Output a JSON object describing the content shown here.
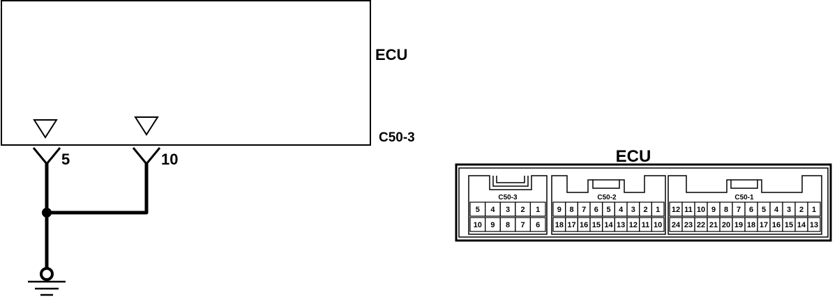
{
  "schematic": {
    "ecu_label": "ECU",
    "connector_label": "C50-3",
    "pin_a": "5",
    "pin_b": "10"
  },
  "connector_view": {
    "title": "ECU",
    "c50_3": {
      "label": "C50-3",
      "top": [
        "5",
        "4",
        "3",
        "2",
        "1"
      ],
      "bottom": [
        "10",
        "9",
        "8",
        "7",
        "6"
      ]
    },
    "c50_2": {
      "label": "C50-2",
      "top": [
        "9",
        "8",
        "7",
        "6",
        "5",
        "4",
        "3",
        "2",
        "1"
      ],
      "bottom": [
        "18",
        "17",
        "16",
        "15",
        "14",
        "13",
        "12",
        "11",
        "10"
      ]
    },
    "c50_1": {
      "label": "C50-1",
      "top": [
        "12",
        "11",
        "10",
        "9",
        "8",
        "7",
        "6",
        "5",
        "4",
        "3",
        "2",
        "1"
      ],
      "bottom": [
        "24",
        "23",
        "22",
        "21",
        "20",
        "19",
        "18",
        "17",
        "16",
        "15",
        "14",
        "13"
      ]
    }
  }
}
